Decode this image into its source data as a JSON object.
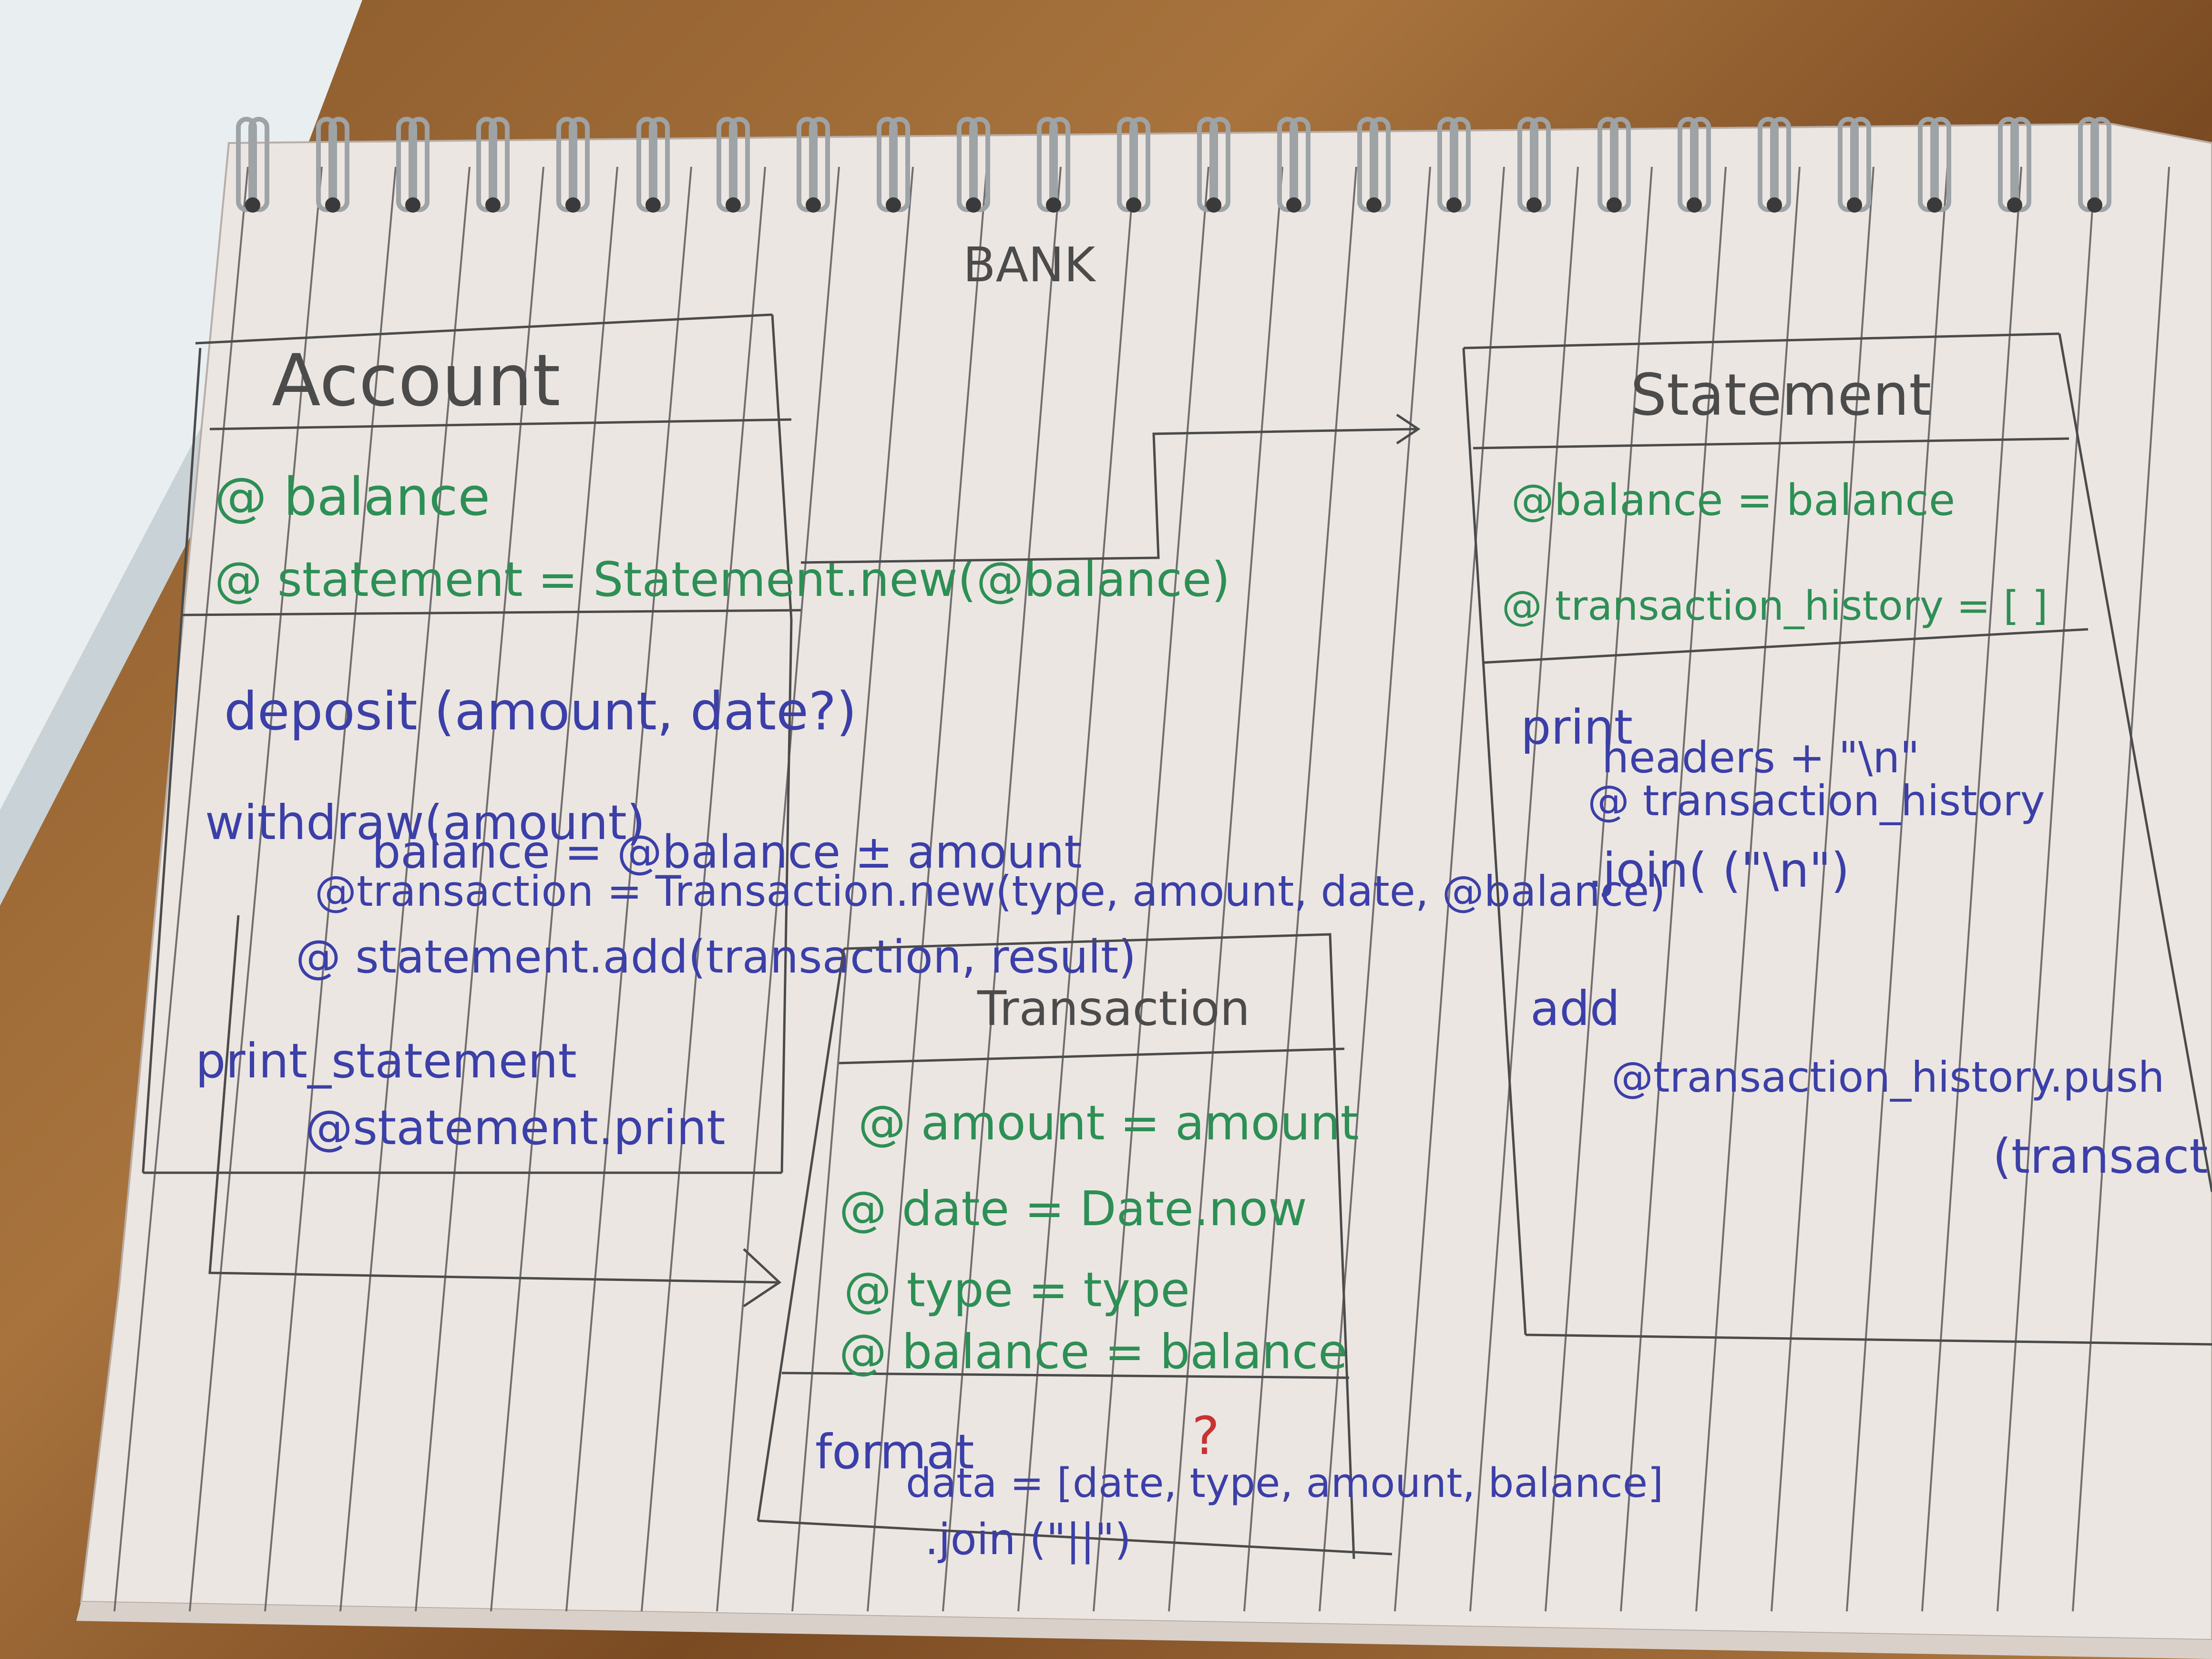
{
  "diagram": {
    "title": "BANK",
    "colors": {
      "paper": "#ece6e2",
      "rule": "#5d5a5c",
      "pencil": "#4b4b4b",
      "green_ink": "#2d8f55",
      "blue_ink": "#3b3fa8",
      "red_ink": "#c83232"
    },
    "account": {
      "name": "Account",
      "attributes": [
        "@ balance",
        "@ statement = Statement.new(@balance)"
      ],
      "methods": [
        {
          "signature": "deposit (amount, date?)",
          "body": []
        },
        {
          "signature": "withdraw(amount)",
          "body": [
            "balance = @balance ± amount",
            "@transaction = Transaction.new(type, amount, date, @balance)",
            "@ statement.add(transaction, result)"
          ]
        },
        {
          "signature": "print_statement",
          "body": [
            "@statement.print"
          ]
        }
      ]
    },
    "statement": {
      "name": "Statement",
      "attributes": [
        "@balance = balance",
        "@ transaction_history = [ ]"
      ],
      "methods": [
        {
          "signature": "print",
          "body": [
            "headers + \"\\n\"",
            "@ transaction_history",
            ".join( (\"\\n\")"
          ]
        },
        {
          "signature": "add",
          "body": [
            "@transaction_history.push",
            "(transaction"
          ]
        }
      ]
    },
    "transaction": {
      "name": "Transaction",
      "attributes": [
        "@ amount = amount",
        "@ date = Date.now",
        "@ type = type",
        "@ balance = balance"
      ],
      "methods": [
        {
          "signature": "format",
          "body": [
            "data = [date, type, amount, balance]",
            ".join (\"||\")"
          ]
        }
      ],
      "annotation": "?"
    }
  }
}
